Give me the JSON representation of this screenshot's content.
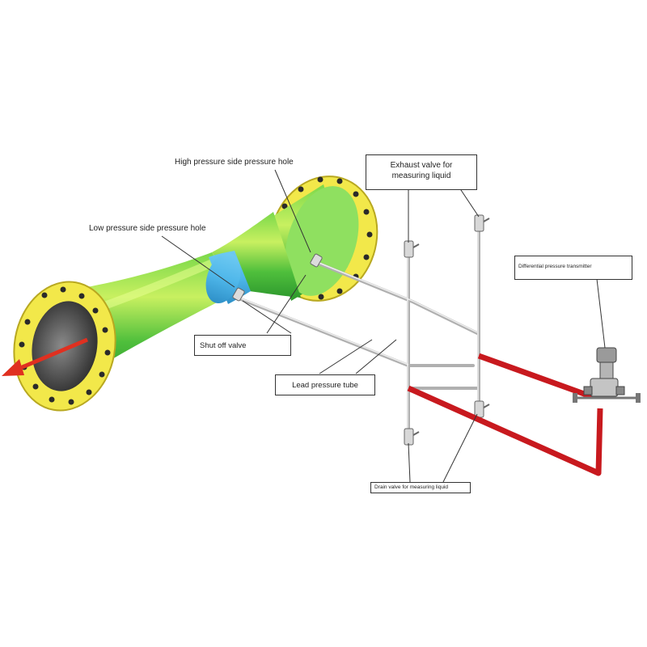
{
  "labels": {
    "high_pressure_hole": "High pressure side pressure hole",
    "low_pressure_hole": "Low pressure side pressure hole",
    "exhaust_valve": "Exhaust valve for measuring liquid",
    "differential_transmitter": "Differential pressure transmitter",
    "shut_off_valve": "Shut off valve",
    "lead_pressure_tube": "Lead pressure tube",
    "drain_valve": "Drain valve for measuring liquid"
  },
  "colors": {
    "flange": "#f2e84a",
    "flange_edge": "#b8a820",
    "pipe_green": "#5cc846",
    "pipe_highlight": "#c8f060",
    "throat_blue": "#4fb7ea",
    "flow_arrow": "#e03020",
    "signal_tube": "#c8191e",
    "lead_tube": "#c8c8c8"
  }
}
